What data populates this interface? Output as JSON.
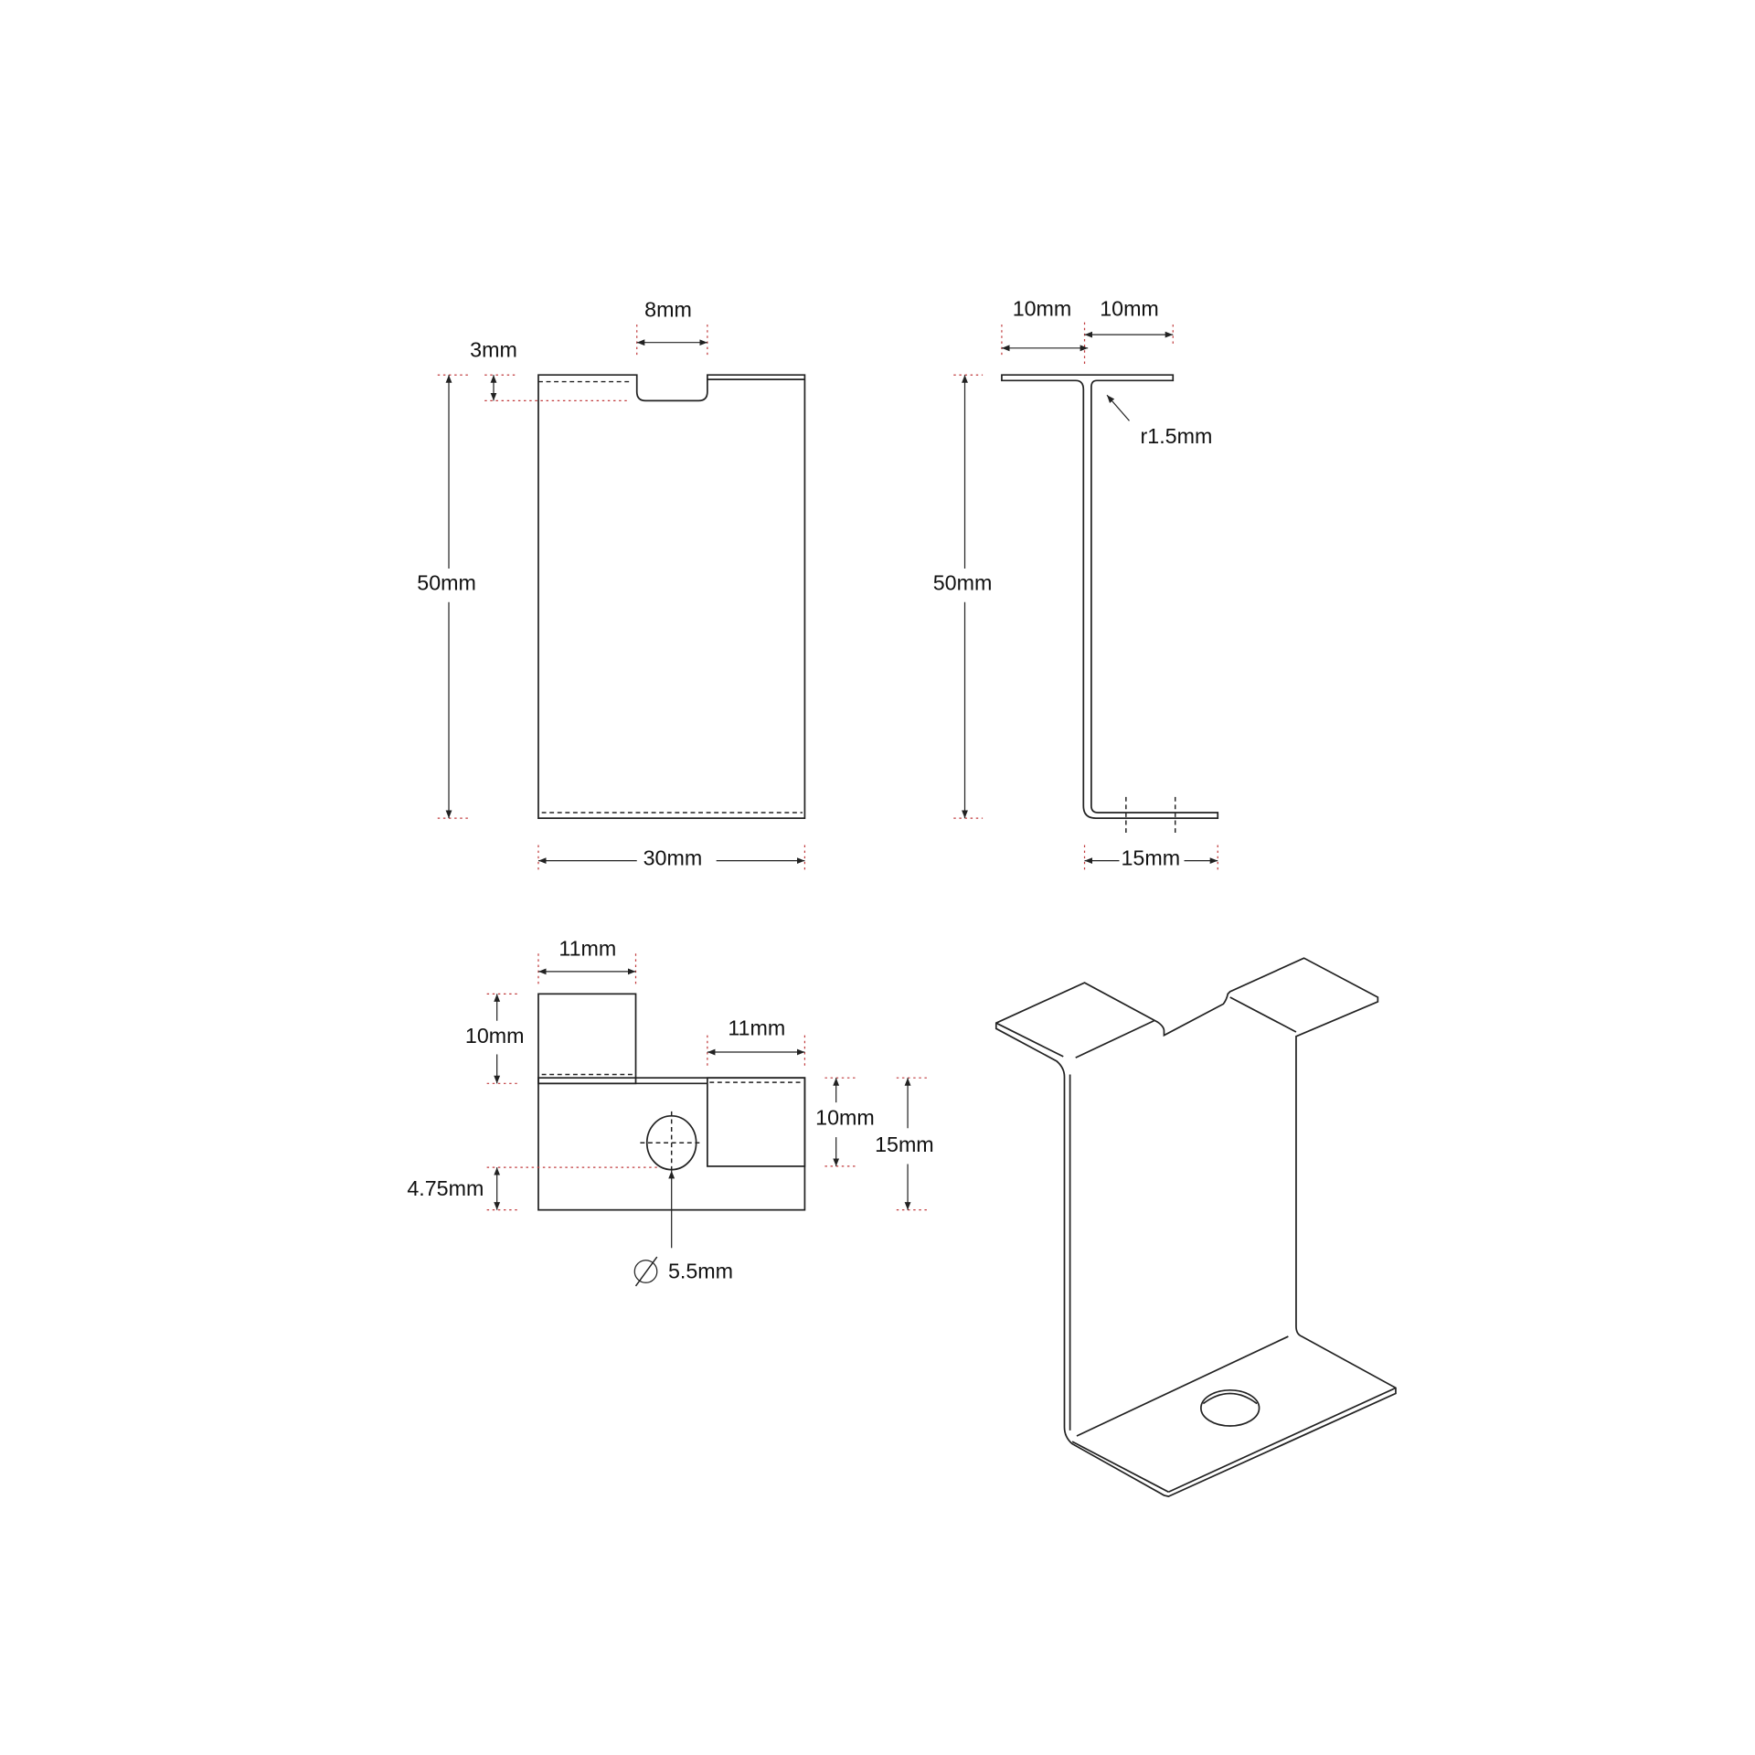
{
  "front_view": {
    "notch_width": "8mm",
    "notch_depth": "3mm",
    "height": "50mm",
    "width": "30mm"
  },
  "side_view": {
    "top_left_flange": "10mm",
    "top_right_flange": "10mm",
    "bend_radius": "r1.5mm",
    "height": "50mm",
    "bottom_flange": "15mm"
  },
  "top_view": {
    "left_tab_width": "11mm",
    "left_tab_height": "10mm",
    "right_tab_width": "11mm",
    "right_tab_height": "10mm",
    "body_depth": "15mm",
    "hole_offset": "4.75mm",
    "hole_diameter": "5.5mm"
  },
  "colors": {
    "line": "#222222",
    "extension_line": "#c0393b"
  }
}
